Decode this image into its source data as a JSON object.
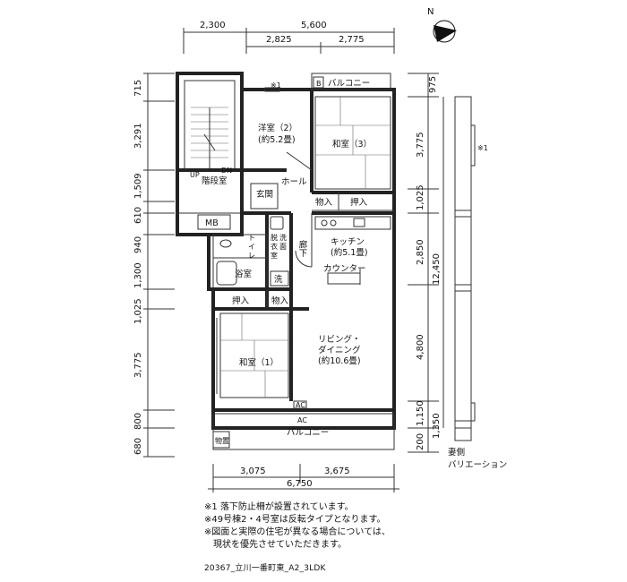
{
  "dimensions": {
    "top_row1": [
      "2,300",
      "5,600"
    ],
    "top_row2": [
      "2,825",
      "2,775"
    ],
    "left_column": [
      "715",
      "3,291",
      "1,509",
      "610",
      "940",
      "1,300",
      "1,025",
      "3,775",
      "800",
      "680"
    ],
    "right_column": [
      "975",
      "3,775",
      "1,025",
      "2,850",
      "4,800",
      "1,150",
      "200"
    ],
    "right_total": "12,450",
    "right_balcony_extra": "1,350",
    "bottom_row1": [
      "3,075",
      "3,675"
    ],
    "bottom_total": "6,750"
  },
  "rooms": {
    "western_room": "洋室（2）",
    "western_room_size": "(約5.2畳)",
    "japanese_room_3": "和室（3）",
    "japanese_room_1": "和室（1）",
    "stairwell": "階段室",
    "up": "UP",
    "dn": "DN",
    "entrance": "玄関",
    "hall": "ホール",
    "closet_a": "物入",
    "closet_b": "押入",
    "closet_c": "押入",
    "closet_d": "物入",
    "mb": "MB",
    "toilet": "トイレ",
    "washroom": "洗面脱衣室",
    "corridor": "廊下",
    "kitchen": "キッチン",
    "kitchen_size": "(約5.1畳)",
    "counter": "カウンター",
    "bath": "浴室",
    "washer": "洗",
    "living_dining": "リビング・\nダイニング",
    "living_size": "(約10.6畳)",
    "balcony_top": "バルコニー",
    "balcony_bottom": "バルコニー",
    "storage": "物置",
    "b_mark": "B",
    "ac_1": "AC",
    "ac_2": "AC",
    "note_marker_plan": "※1",
    "note_marker_side": "※1"
  },
  "side_elevation": {
    "label_line1": "妻側",
    "label_line2": "バリエーション"
  },
  "compass": {
    "label": "N"
  },
  "notes": [
    "※1 落下防止柵が設置されています。",
    "※49号棟2・4号室は反転タイプとなります。",
    "※図面と実際の住宅が異なる場合については、",
    "　現状を優先させていただきます。"
  ],
  "caption": "20367_立川一番町東_A2_3LDK"
}
